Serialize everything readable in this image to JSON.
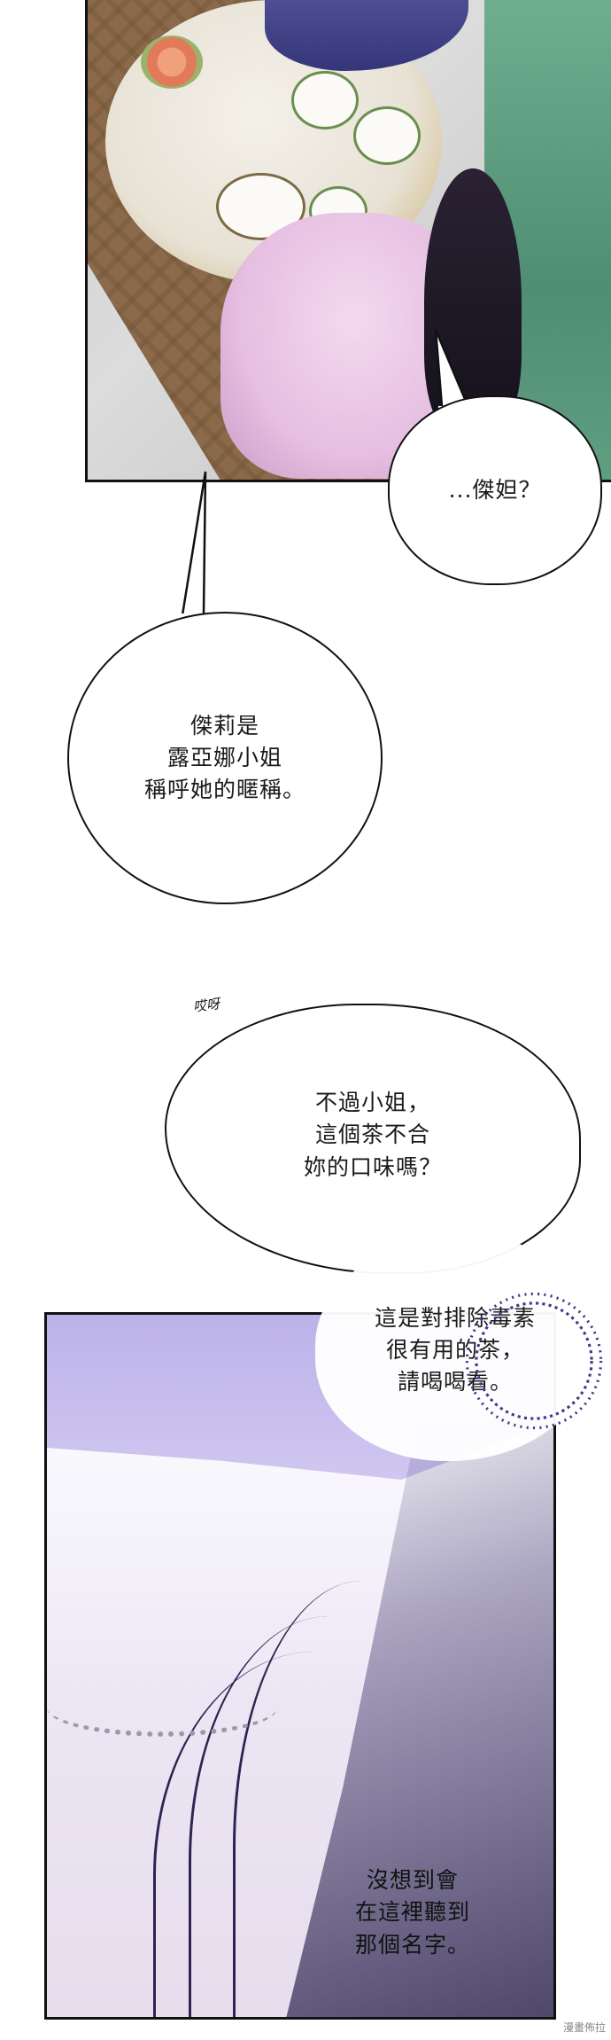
{
  "panels": {
    "tea_scene": {
      "bubble_text": "...傑妲？"
    },
    "narration": {
      "bubble_text": "傑莉是\n露亞娜小姐\n稱呼她的暱稱。"
    },
    "maid_dialogue": {
      "sfx": "哎呀",
      "bubble_text": "不過小姐，\n這個茶不合\n妳的口味嗎？",
      "bubble_text_2": "這是對排除毒素\n很有用的茶，\n請喝喝看。"
    },
    "closeup": {
      "bubble_text": "沒想到會\n在這裡聽到\n那個名字。"
    }
  },
  "watermark": "漫畫佈拉",
  "colors": {
    "outline": "#111111",
    "dress": "#e6bfe1",
    "wall": "#5f9e80",
    "shadow_violet": "#bcb2ea",
    "hair": "#2d2450"
  }
}
